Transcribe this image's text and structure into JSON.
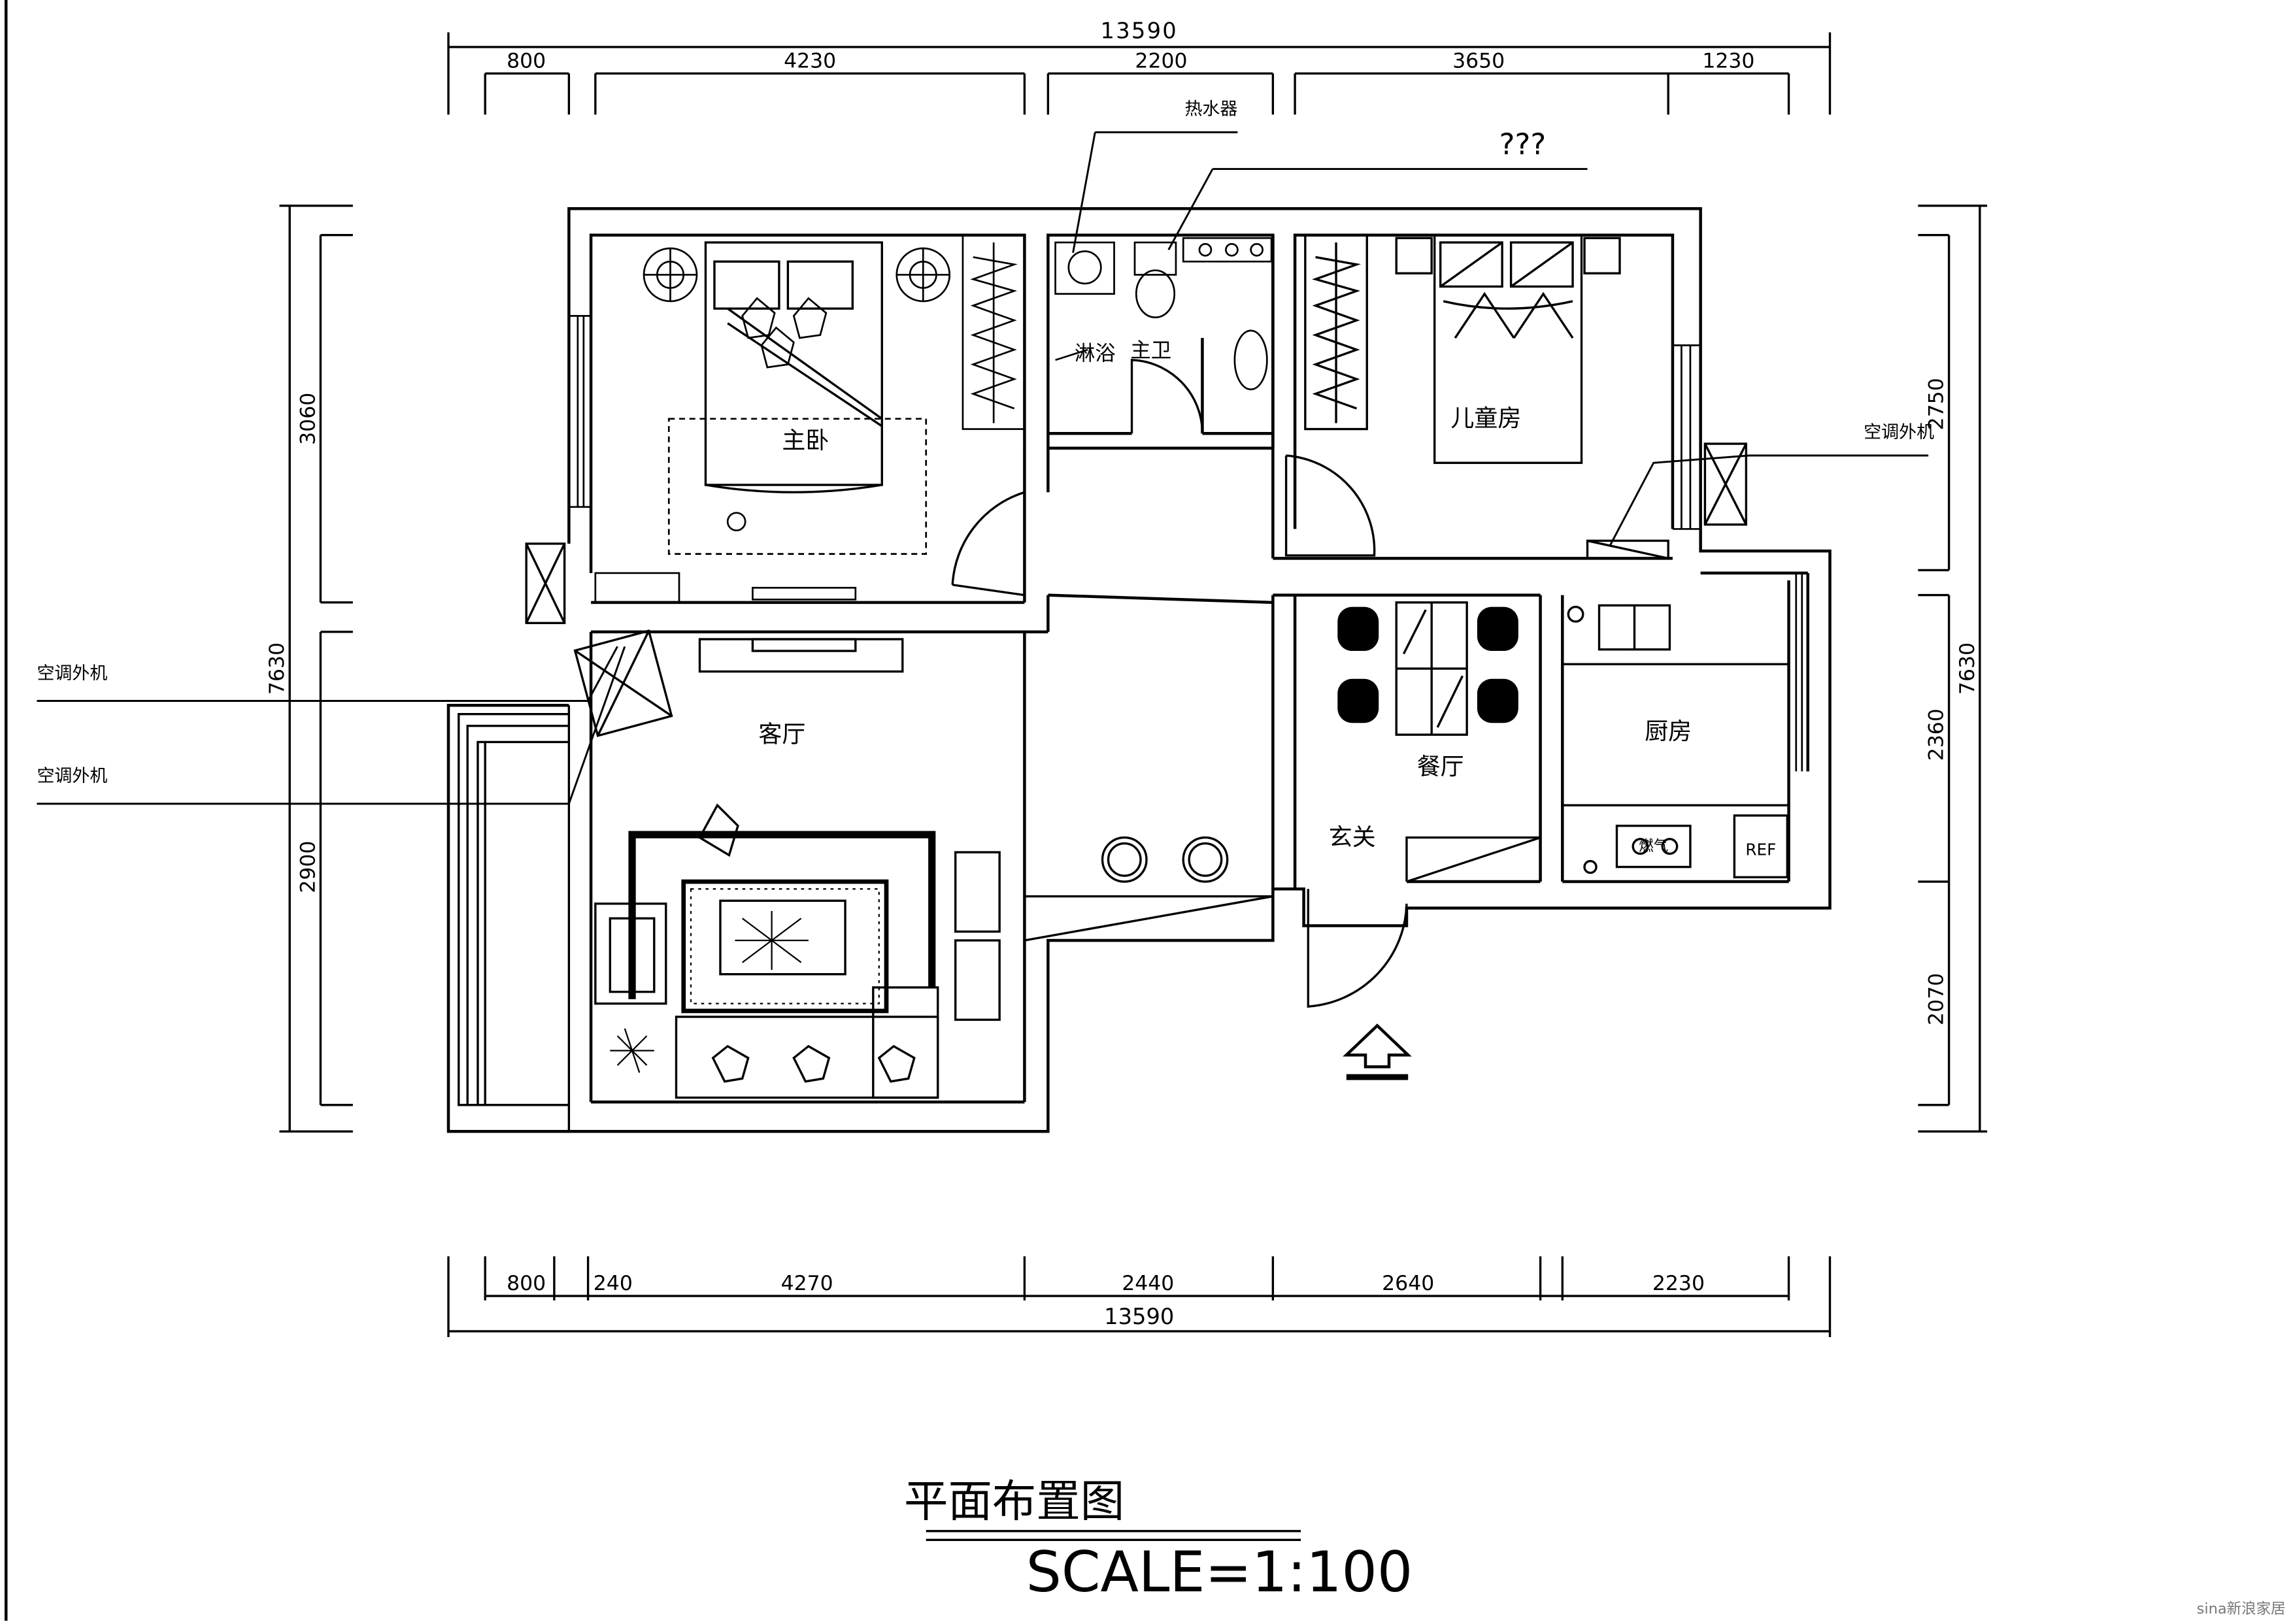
{
  "drawing": {
    "title": "平面布置图",
    "scale_label": "SCALE=1:100",
    "watermark": "sina新浪家居"
  },
  "dimensions": {
    "top_total": "13590",
    "top_segments": [
      "800",
      "4230",
      "2200",
      "3650",
      "1230"
    ],
    "bottom_total": "13590",
    "bottom_segments": [
      "800",
      "240",
      "4270",
      "2440",
      "2640",
      "2230"
    ],
    "left_total": "7630",
    "left_segments": [
      "3060",
      "2900"
    ],
    "right_total": "7630",
    "right_segments": [
      "2750",
      "2360",
      "2070"
    ]
  },
  "rooms": {
    "master_bedroom": "主卧",
    "master_bath": "主卫",
    "shower": "淋浴",
    "child_room": "儿童房",
    "living_room": "客厅",
    "dining_room": "餐厅",
    "entrance": "玄关",
    "kitchen": "厨房"
  },
  "callouts": {
    "water_heater": "热水器",
    "unknown": "???",
    "ac_right": "空调外机",
    "ac_left_1": "空调外机",
    "ac_left_2": "空调外机"
  },
  "appliances": {
    "fridge": "REF",
    "stove": "燃气"
  }
}
